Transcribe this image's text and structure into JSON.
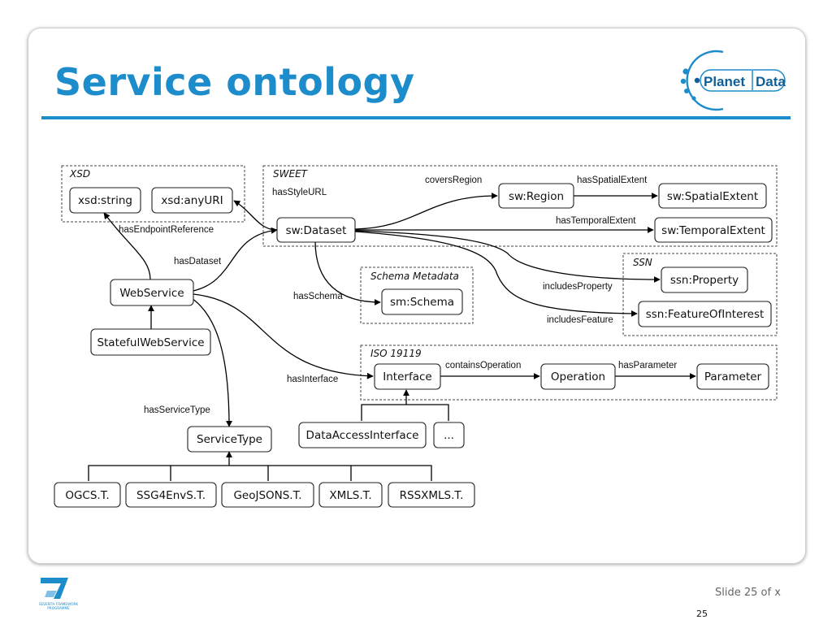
{
  "slide": {
    "title": "Service ontology",
    "footer_text": "Slide 25 of x",
    "page_number": "25",
    "colors": {
      "title_blue": "#1d8ccb",
      "frame_border": "#cfcfcf",
      "logo_blue": "#0e5f9a"
    }
  },
  "logo": {
    "word1": "Planet",
    "word2": "Data",
    "icon": "planet-data-logo-icon"
  },
  "footer_logo": {
    "icon": "fp7-logo-icon",
    "line1": "SEVENTH FRAMEWORK",
    "line2": "PROGRAMME"
  },
  "groups": {
    "xsd": "XSD",
    "sweet": "SWEET",
    "ssn": "SSN",
    "schema_metadata": "Schema Metadata",
    "iso": "ISO 19119"
  },
  "nodes": {
    "xsd_string": "xsd:string",
    "xsd_anyuri": "xsd:anyURI",
    "sw_dataset": "sw:Dataset",
    "sw_region": "sw:Region",
    "sw_spatial_extent": "sw:SpatialExtent",
    "sw_temporal_extent": "sw:TemporalExtent",
    "ssn_property": "ssn:Property",
    "ssn_foi": "ssn:FeatureOfInterest",
    "sm_schema": "sm:Schema",
    "webservice": "WebService",
    "stateful_webservice": "StatefulWebService",
    "interface": "Interface",
    "operation": "Operation",
    "parameter": "Parameter",
    "data_access_interface": "DataAccessInterface",
    "ellipsis": "...",
    "service_type": "ServiceType",
    "ogcs": "OGCS.T.",
    "ssg4env": "SSG4EnvS.T.",
    "geojson": "GeoJSONS.T.",
    "xmls": "XMLS.T.",
    "rssxmls": "RSSXMLS.T."
  },
  "edges": {
    "has_style_url": "hasStyleURL",
    "covers_region": "coversRegion",
    "has_spatial_extent": "hasSpatialExtent",
    "has_temporal_extent": "hasTemporalExtent",
    "has_endpoint_reference": "hasEndpointReference",
    "has_dataset": "hasDataset",
    "has_schema": "hasSchema",
    "includes_property": "includesProperty",
    "includes_feature": "includesFeature",
    "contains_operation": "containsOperation",
    "has_parameter": "hasParameter",
    "has_interface": "hasInterface",
    "has_service_type": "hasServiceType"
  }
}
